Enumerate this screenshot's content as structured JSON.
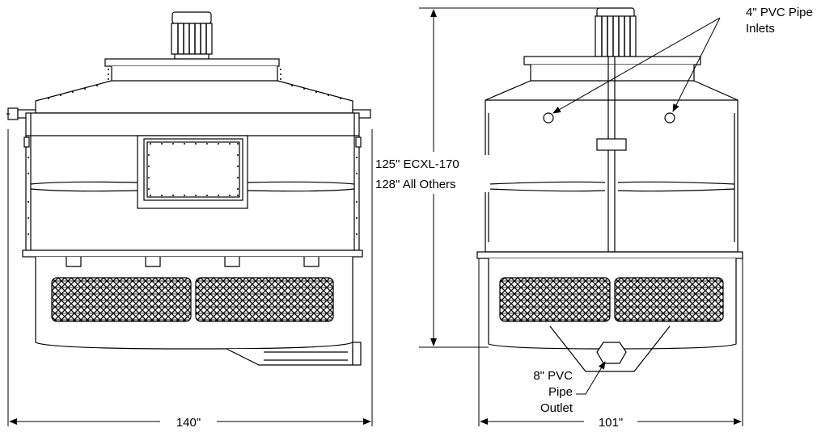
{
  "dimensions": {
    "front_width": "140\"",
    "side_width": "101\"",
    "height_line1": "125\" ECXL-170",
    "height_line2": "128\" All Others"
  },
  "callouts": {
    "inlets_line1": "4\" PVC Pipe",
    "inlets_line2": "Inlets",
    "outlet_line1": "8\" PVC",
    "outlet_line2": "Pipe",
    "outlet_line3": "Outlet"
  }
}
